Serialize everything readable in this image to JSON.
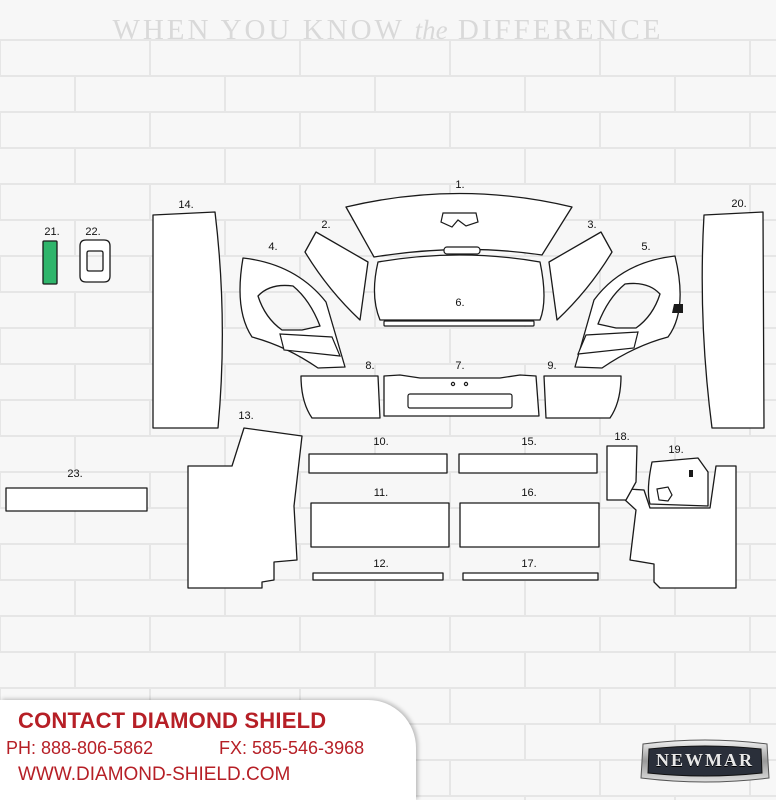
{
  "tagline": {
    "part1": "WHEN YOU KNOW",
    "part2": "the",
    "part3": "DIFFERENCE"
  },
  "parts": [
    {
      "number": "1.",
      "color": "#ffffff"
    },
    {
      "number": "2.",
      "color": "#ffffff"
    },
    {
      "number": "3.",
      "color": "#ffffff"
    },
    {
      "number": "4.",
      "color": "#ffffff"
    },
    {
      "number": "5.",
      "color": "#ffffff"
    },
    {
      "number": "6.",
      "color": "#ffffff"
    },
    {
      "number": "7.",
      "color": "#ffffff"
    },
    {
      "number": "8.",
      "color": "#ffffff"
    },
    {
      "number": "9.",
      "color": "#ffffff"
    },
    {
      "number": "10.",
      "color": "#ffffff"
    },
    {
      "number": "11.",
      "color": "#ffffff"
    },
    {
      "number": "12.",
      "color": "#ffffff"
    },
    {
      "number": "13.",
      "color": "#ffffff"
    },
    {
      "number": "14.",
      "color": "#ffffff"
    },
    {
      "number": "15.",
      "color": "#ffffff"
    },
    {
      "number": "16.",
      "color": "#ffffff"
    },
    {
      "number": "17.",
      "color": "#ffffff"
    },
    {
      "number": "18.",
      "color": "#ffffff"
    },
    {
      "number": "19.",
      "color": "#ffffff"
    },
    {
      "number": "20.",
      "color": "#ffffff"
    },
    {
      "number": "21.",
      "color": "#2fb56b"
    },
    {
      "number": "22.",
      "color": "#ffffff"
    },
    {
      "number": "23.",
      "color": "#ffffff"
    }
  ],
  "contact": {
    "title": "CONTACT DIAMOND SHIELD",
    "phone": "PH: 888-806-5862",
    "fax": "FX: 585-546-3968",
    "website": "WWW.DIAMOND-SHIELD.COM",
    "accent_color": "#b61f26"
  },
  "brand_logo": {
    "text": "NEWMAR"
  }
}
